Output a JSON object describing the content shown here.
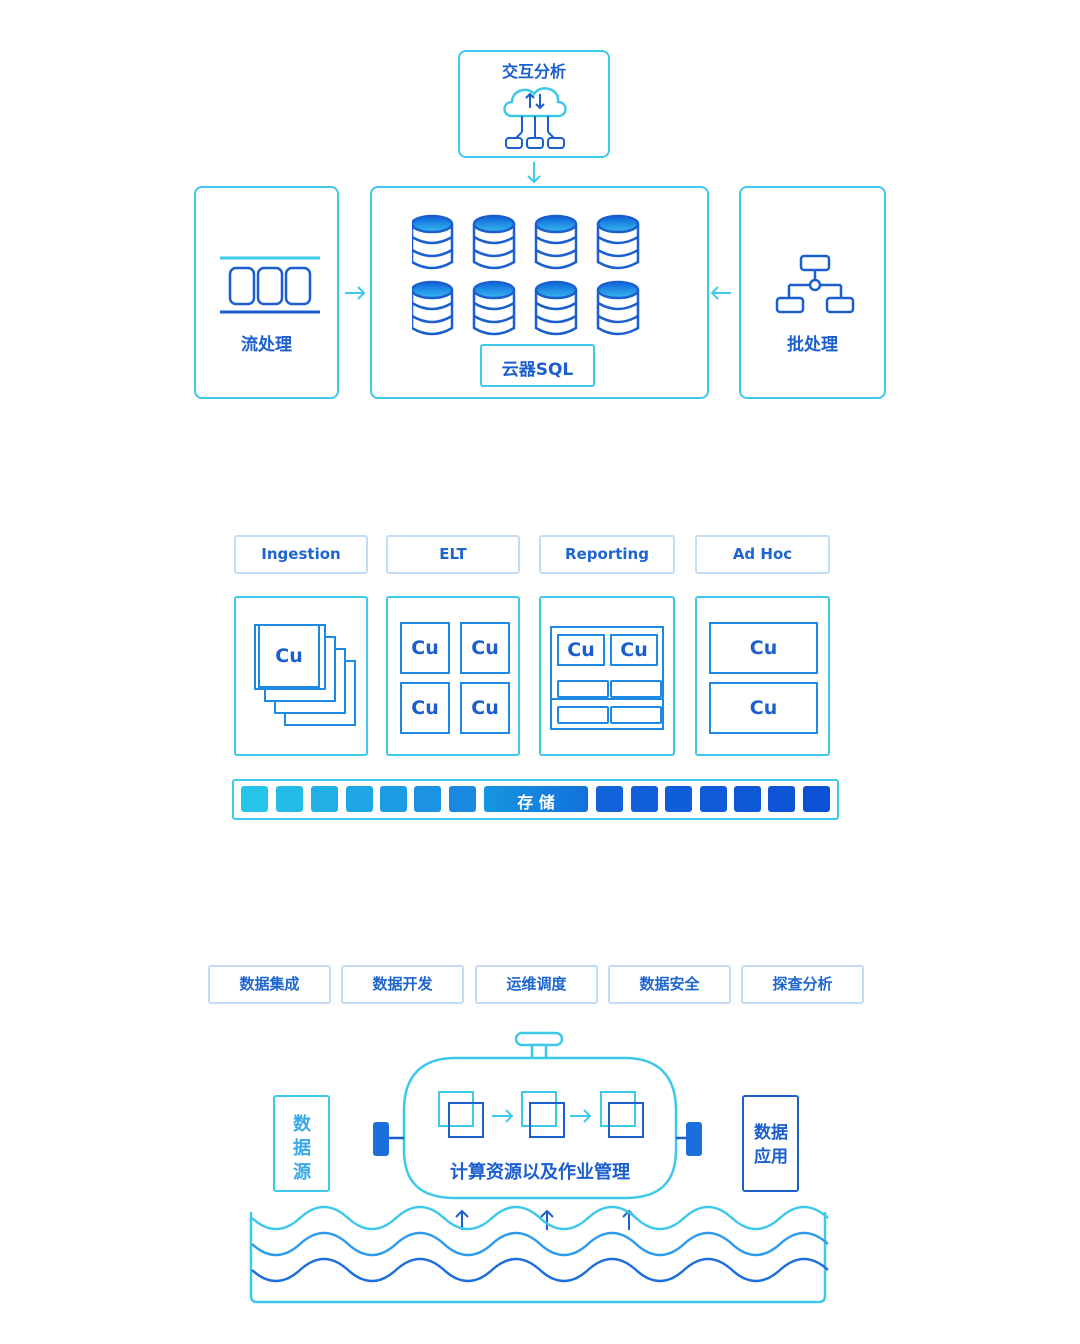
{
  "section1": {
    "interactive_label": "交互分析",
    "stream_label": "流处理",
    "batch_label": "批处理",
    "sql_label": "云器SQL"
  },
  "section2": {
    "workloads": [
      "Ingestion",
      "ELT",
      "Reporting",
      "Ad Hoc"
    ],
    "cu_label": "Cu",
    "storage_label": "存 储"
  },
  "section3": {
    "tags": [
      "数据集成",
      "数据开发",
      "运维调度",
      "数据安全",
      "探查分析"
    ],
    "source_label": "数据源",
    "core_label": "计算资源以及作业管理",
    "app_label": "数据应用"
  },
  "colors": {
    "cyan": "#3ec9ea",
    "blue": "#1e88e5",
    "dark_blue": "#1b5fcf",
    "tag_border": "#c4dcf4"
  }
}
